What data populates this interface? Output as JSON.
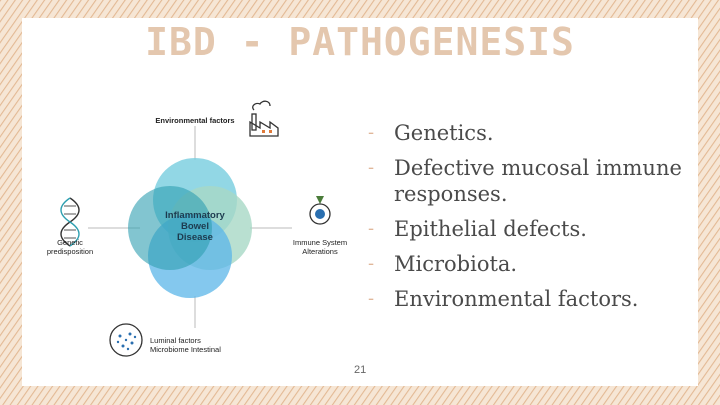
{
  "slide": {
    "title": "IBD - PATHOGENESIS",
    "page_number": "21"
  },
  "bullets": [
    {
      "dash": "-",
      "text": "Genetics."
    },
    {
      "dash": "-",
      "text": "Defective mucosal immune responses."
    },
    {
      "dash": "-",
      "text": "Epithelial defects."
    },
    {
      "dash": "-",
      "text": "Microbiota."
    },
    {
      "dash": "-",
      "text": "Environmental factors."
    }
  ],
  "diagram": {
    "center_label_1": "Inflammatory",
    "center_label_2": "Bowel",
    "center_label_3": "Disease",
    "environmental": "Environmental factors",
    "genetic_1": "Genetic",
    "genetic_2": "predisposition",
    "immune_1": "Immune System",
    "immune_2": "Alterations",
    "luminal_1": "Luminal factors",
    "luminal_2": "Microbiome Intestinal"
  },
  "colors": {
    "background": "#f3e1cf",
    "sketch_border": "#e8c4a4",
    "title": "#e4c7ae",
    "bullet_dash": "#e0b79a",
    "circle_top": "#7fd0e0",
    "circle_right": "#a8d8c6",
    "circle_bottom": "#5bb6e8",
    "circle_left": "#2e9fb0"
  }
}
